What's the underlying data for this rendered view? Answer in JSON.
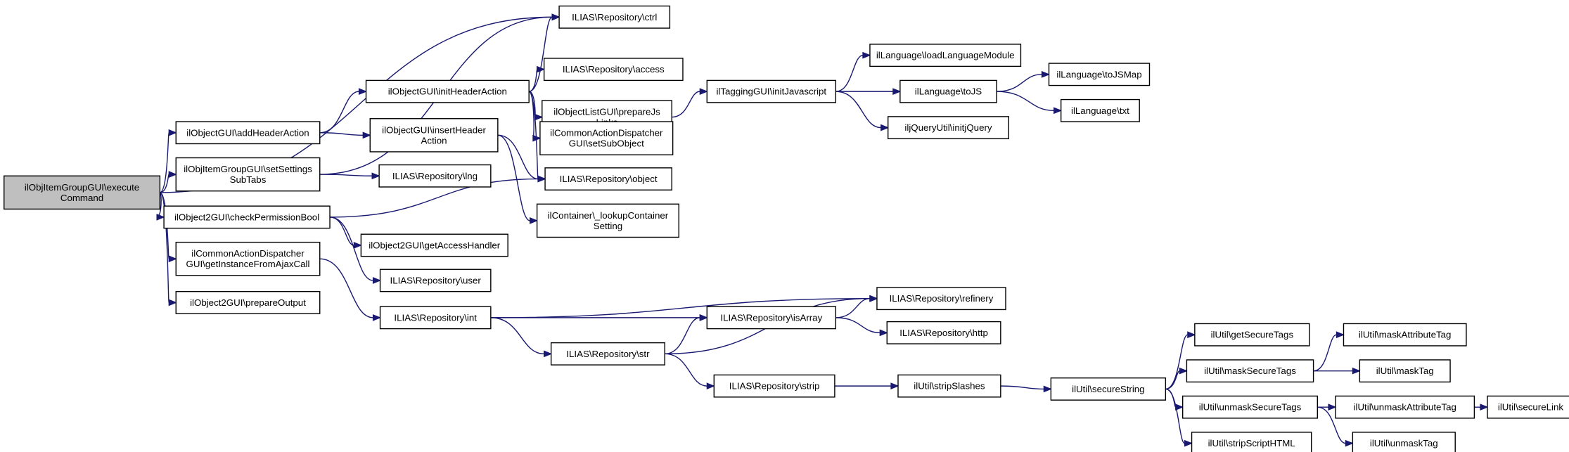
{
  "nodes": [
    {
      "id": "root",
      "label_lines": [
        "ilObjItemGroupGUI\\execute",
        "Command"
      ],
      "root": true
    },
    {
      "id": "ctrl",
      "label_lines": [
        "ILIAS\\Repository\\ctrl"
      ]
    },
    {
      "id": "access",
      "label_lines": [
        "ILIAS\\Repository\\access"
      ]
    },
    {
      "id": "initHeaderAction",
      "label_lines": [
        "ilObjectGUI\\initHeaderAction"
      ]
    },
    {
      "id": "addHeaderAction",
      "label_lines": [
        "ilObjectGUI\\addHeaderAction"
      ]
    },
    {
      "id": "setSettingsSubTabs",
      "label_lines": [
        "ilObjItemGroupGUI\\setSettings",
        "SubTabs"
      ]
    },
    {
      "id": "checkPermissionBool",
      "label_lines": [
        "ilObject2GUI\\checkPermissionBool"
      ]
    },
    {
      "id": "getInstanceFromAjaxCall",
      "label_lines": [
        "ilCommonActionDispatcher",
        "GUI\\getInstanceFromAjaxCall"
      ]
    },
    {
      "id": "prepareOutput",
      "label_lines": [
        "ilObject2GUI\\prepareOutput"
      ]
    },
    {
      "id": "insertHeaderAction",
      "label_lines": [
        "ilObjectGUI\\insertHeader",
        "Action"
      ]
    },
    {
      "id": "lng",
      "label_lines": [
        "ILIAS\\Repository\\lng"
      ]
    },
    {
      "id": "getAccessHandler",
      "label_lines": [
        "ilObject2GUI\\getAccessHandler"
      ]
    },
    {
      "id": "user",
      "label_lines": [
        "ILIAS\\Repository\\user"
      ]
    },
    {
      "id": "int",
      "label_lines": [
        "ILIAS\\Repository\\int"
      ]
    },
    {
      "id": "prepareJsLinks",
      "label_lines": [
        "ilObjectListGUI\\prepareJs",
        "Links"
      ]
    },
    {
      "id": "setSubObject",
      "label_lines": [
        "ilCommonActionDispatcher",
        "GUI\\setSubObject"
      ]
    },
    {
      "id": "object",
      "label_lines": [
        "ILIAS\\Repository\\object"
      ]
    },
    {
      "id": "lookupContainerSetting",
      "label_lines": [
        "ilContainer\\_lookupContainer",
        "Setting"
      ]
    },
    {
      "id": "str",
      "label_lines": [
        "ILIAS\\Repository\\str"
      ]
    },
    {
      "id": "initJavascript",
      "label_lines": [
        "ilTaggingGUI\\initJavascript"
      ]
    },
    {
      "id": "isArray",
      "label_lines": [
        "ILIAS\\Repository\\isArray"
      ]
    },
    {
      "id": "strip",
      "label_lines": [
        "ILIAS\\Repository\\strip"
      ]
    },
    {
      "id": "loadLanguageModule",
      "label_lines": [
        "ilLanguage\\loadLanguageModule"
      ]
    },
    {
      "id": "toJS",
      "label_lines": [
        "ilLanguage\\toJS"
      ]
    },
    {
      "id": "initjQuery",
      "label_lines": [
        "iljQueryUtil\\initjQuery"
      ]
    },
    {
      "id": "refinery",
      "label_lines": [
        "ILIAS\\Repository\\refinery"
      ]
    },
    {
      "id": "http",
      "label_lines": [
        "ILIAS\\Repository\\http"
      ]
    },
    {
      "id": "stripSlashes",
      "label_lines": [
        "ilUtil\\stripSlashes"
      ]
    },
    {
      "id": "toJSMap",
      "label_lines": [
        "ilLanguage\\toJSMap"
      ]
    },
    {
      "id": "txt",
      "label_lines": [
        "ilLanguage\\txt"
      ]
    },
    {
      "id": "secureString",
      "label_lines": [
        "ilUtil\\secureString"
      ]
    },
    {
      "id": "getSecureTags",
      "label_lines": [
        "ilUtil\\getSecureTags"
      ]
    },
    {
      "id": "maskSecureTags",
      "label_lines": [
        "ilUtil\\maskSecureTags"
      ]
    },
    {
      "id": "unmaskSecureTags",
      "label_lines": [
        "ilUtil\\unmaskSecureTags"
      ]
    },
    {
      "id": "stripScriptHTML",
      "label_lines": [
        "ilUtil\\stripScriptHTML"
      ]
    },
    {
      "id": "maskAttributeTag",
      "label_lines": [
        "ilUtil\\maskAttributeTag"
      ]
    },
    {
      "id": "maskTag",
      "label_lines": [
        "ilUtil\\maskTag"
      ]
    },
    {
      "id": "unmaskAttributeTag",
      "label_lines": [
        "ilUtil\\unmaskAttributeTag"
      ]
    },
    {
      "id": "unmaskTag",
      "label_lines": [
        "ilUtil\\unmaskTag"
      ]
    },
    {
      "id": "secureLink",
      "label_lines": [
        "ilUtil\\secureLink"
      ]
    }
  ],
  "edges": [
    {
      "from": "root",
      "to": "ctrl"
    },
    {
      "from": "root",
      "to": "addHeaderAction"
    },
    {
      "from": "root",
      "to": "setSettingsSubTabs"
    },
    {
      "from": "root",
      "to": "checkPermissionBool"
    },
    {
      "from": "root",
      "to": "getInstanceFromAjaxCall"
    },
    {
      "from": "root",
      "to": "prepareOutput"
    },
    {
      "from": "addHeaderAction",
      "to": "initHeaderAction"
    },
    {
      "from": "addHeaderAction",
      "to": "insertHeaderAction"
    },
    {
      "from": "initHeaderAction",
      "to": "ctrl"
    },
    {
      "from": "initHeaderAction",
      "to": "access"
    },
    {
      "from": "initHeaderAction",
      "to": "prepareJsLinks"
    },
    {
      "from": "initHeaderAction",
      "to": "setSubObject"
    },
    {
      "from": "initHeaderAction",
      "to": "object"
    },
    {
      "from": "insertHeaderAction",
      "to": "object"
    },
    {
      "from": "insertHeaderAction",
      "to": "lookupContainerSetting"
    },
    {
      "from": "setSettingsSubTabs",
      "to": "ctrl"
    },
    {
      "from": "setSettingsSubTabs",
      "to": "lng"
    },
    {
      "from": "checkPermissionBool",
      "to": "object"
    },
    {
      "from": "checkPermissionBool",
      "to": "getAccessHandler"
    },
    {
      "from": "checkPermissionBool",
      "to": "user"
    },
    {
      "from": "getInstanceFromAjaxCall",
      "to": "int"
    },
    {
      "from": "prepareJsLinks",
      "to": "initJavascript"
    },
    {
      "from": "initJavascript",
      "to": "loadLanguageModule"
    },
    {
      "from": "initJavascript",
      "to": "toJS"
    },
    {
      "from": "initJavascript",
      "to": "initjQuery"
    },
    {
      "from": "toJS",
      "to": "toJSMap"
    },
    {
      "from": "toJS",
      "to": "txt"
    },
    {
      "from": "int",
      "to": "refinery"
    },
    {
      "from": "int",
      "to": "isArray"
    },
    {
      "from": "int",
      "to": "str"
    },
    {
      "from": "str",
      "to": "isArray"
    },
    {
      "from": "str",
      "to": "refinery"
    },
    {
      "from": "str",
      "to": "strip"
    },
    {
      "from": "isArray",
      "to": "refinery"
    },
    {
      "from": "isArray",
      "to": "http"
    },
    {
      "from": "strip",
      "to": "stripSlashes"
    },
    {
      "from": "stripSlashes",
      "to": "secureString"
    },
    {
      "from": "secureString",
      "to": "getSecureTags"
    },
    {
      "from": "secureString",
      "to": "maskSecureTags"
    },
    {
      "from": "secureString",
      "to": "unmaskSecureTags"
    },
    {
      "from": "secureString",
      "to": "stripScriptHTML"
    },
    {
      "from": "maskSecureTags",
      "to": "maskAttributeTag"
    },
    {
      "from": "maskSecureTags",
      "to": "maskTag"
    },
    {
      "from": "unmaskSecureTags",
      "to": "unmaskAttributeTag"
    },
    {
      "from": "unmaskSecureTags",
      "to": "unmaskTag"
    },
    {
      "from": "unmaskAttributeTag",
      "to": "secureLink"
    }
  ],
  "colors": {
    "edge": "#191970",
    "root_fill": "#bfbfbf",
    "node_fill": "#ffffff",
    "node_border": "#000000"
  }
}
